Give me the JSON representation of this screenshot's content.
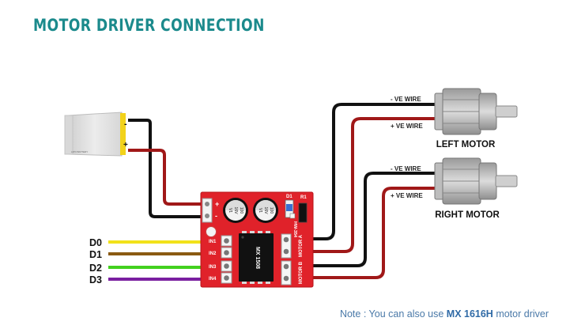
{
  "title": "MOTOR DRIVER CONNECTION",
  "battery": {
    "minus": "-",
    "plus": "+",
    "brand": "LIPO BATTERY"
  },
  "driver": {
    "chip_label": "MX 1508",
    "model_label": "HW-354",
    "cap_left": [
      "100",
      "16V",
      "V1"
    ],
    "cap_right": [
      "100",
      "16V",
      "V1"
    ],
    "diode_label": "D1",
    "resistor_label": "R1",
    "power_plus": "+",
    "power_minus": "-",
    "inputs": [
      "IN1",
      "IN2",
      "IN3",
      "IN4"
    ],
    "motor_a": "MOTOR A",
    "motor_b": "MOTOR B"
  },
  "signals": [
    {
      "label": "D0",
      "color": "#f2e21a"
    },
    {
      "label": "D1",
      "color": "#8a5a12"
    },
    {
      "label": "D2",
      "color": "#43d11e"
    },
    {
      "label": "D3",
      "color": "#7a1fa0"
    }
  ],
  "motors": [
    {
      "name": "LEFT MOTOR",
      "neg_wire": "- VE WIRE",
      "pos_wire": "+ VE WIRE"
    },
    {
      "name": "RIGHT MOTOR",
      "neg_wire": "- VE WIRE",
      "pos_wire": "+ VE WIRE"
    }
  ],
  "note": {
    "prefix": "Note : You can also use ",
    "highlight": "MX 1616H",
    "suffix": " motor driver"
  },
  "colors": {
    "title": "#1b8a8c",
    "wire_negative": "#111111",
    "wire_positive": "#a01818",
    "board": "#e0222a",
    "note": "#4a79a8"
  }
}
